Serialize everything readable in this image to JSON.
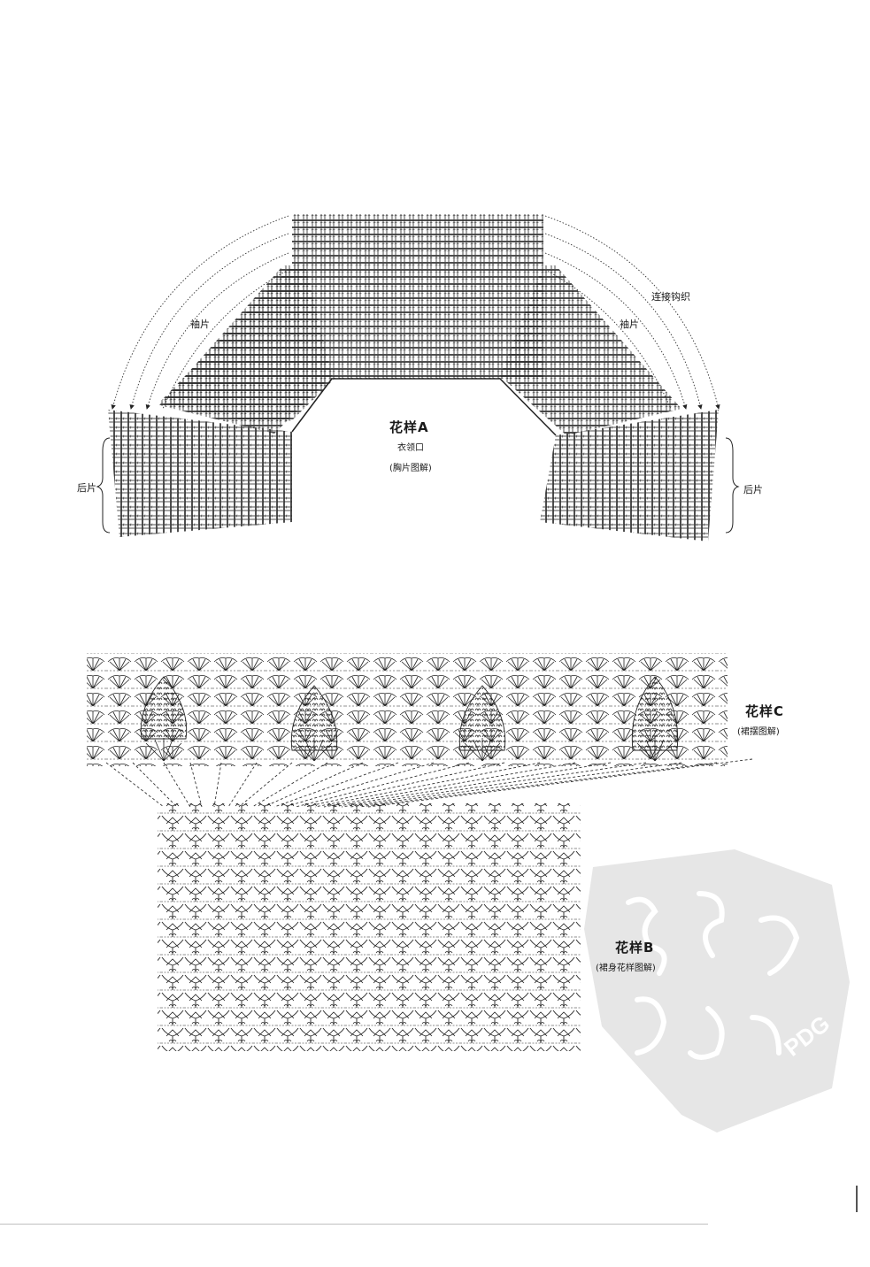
{
  "pattern_a": {
    "title": "花样A",
    "subtitle": "衣领口",
    "caption": "(胸片图解)",
    "label_sleeve_left": "袖片",
    "label_sleeve_right": "袖片",
    "label_back_left": "后片",
    "label_back_right": "后片",
    "label_join": "连接钩织"
  },
  "pattern_c": {
    "title": "花样C",
    "caption": "(裙摆图解)"
  },
  "pattern_b": {
    "title": "花样B",
    "caption": "(裙身花样图解)"
  },
  "watermark": {
    "text": "PDG"
  },
  "colors": {
    "ink": "#1a1a1a",
    "seal": "#e6e6e6"
  }
}
